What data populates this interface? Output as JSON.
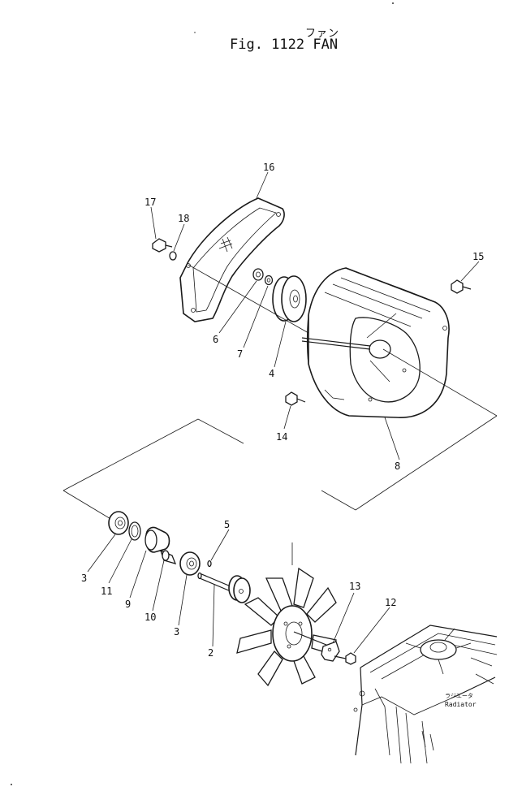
{
  "figure": {
    "title_jp": "ファン",
    "title": "Fig. 1122 FAN"
  },
  "callouts": [
    {
      "id": "c16",
      "label": "16"
    },
    {
      "id": "c17",
      "label": "17"
    },
    {
      "id": "c18",
      "label": "18"
    },
    {
      "id": "c15",
      "label": "15"
    },
    {
      "id": "c6",
      "label": "6"
    },
    {
      "id": "c7",
      "label": "7"
    },
    {
      "id": "c4",
      "label": "4"
    },
    {
      "id": "c14",
      "label": "14"
    },
    {
      "id": "c8",
      "label": "8"
    },
    {
      "id": "c5",
      "label": "5"
    },
    {
      "id": "c3a",
      "label": "3"
    },
    {
      "id": "c11",
      "label": "11"
    },
    {
      "id": "c9",
      "label": "9"
    },
    {
      "id": "c10",
      "label": "10"
    },
    {
      "id": "c3b",
      "label": "3"
    },
    {
      "id": "c2",
      "label": "2"
    },
    {
      "id": "c13",
      "label": "13"
    },
    {
      "id": "c12",
      "label": "12"
    }
  ],
  "radiator": {
    "label_jp": "ラジエータ",
    "label_en": "Radiator"
  }
}
